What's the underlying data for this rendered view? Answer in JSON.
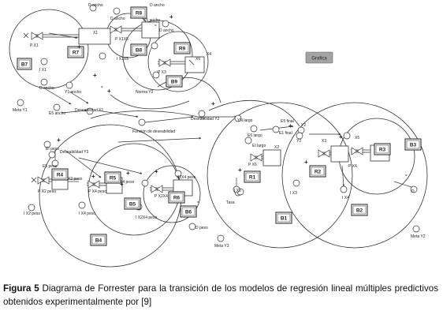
{
  "button": {
    "label": "Grafica"
  },
  "labels": {
    "d_ancho_a": "D ancho",
    "d_ancho_b": "D ancho",
    "d_ancho_c": "D ancho",
    "d_ancho_d": "D ancho",
    "x5_ancho": "X5 ancho",
    "x1": "X1",
    "x6": "X6",
    "x3": "X3",
    "x2": "X2",
    "x4": "X4",
    "x5": "X5",
    "p_x1": "P X1",
    "p_x1x5": "P X1X5",
    "p_x3": "P X3",
    "i_x1": "I X1",
    "i_x1x5": "I X1X5",
    "norma_y2": "Norma Y2",
    "d_ancho_left": "D ancho",
    "y1_ancho": "Y1 ancho",
    "meta_y1": "Meta Y1",
    "e5_ancho": "E5 ancho",
    "deseabilidad_y1": "Deseabilidad Y1",
    "funcion_deseabilidad": "Función de deseabilidad",
    "deseabilidad_y2": "Deseabilidad Y2",
    "yn_largo": "YN largo",
    "e6_largo": "E6 largo",
    "e5_final": "E5 final",
    "e1_final": "E1 final",
    "ei_largo": "EI largo",
    "y2_mid": "Y2",
    "e1_peso": "EI peso",
    "desseabilidad_y3": "Deseabilidad Y3",
    "e5_peso": "E5 peso",
    "x2_peso": "X2 peso",
    "x4_peso": "X4 peso",
    "x2x4_peso": "X2X4 peso",
    "p_x2_peso": "P X2 peso",
    "p_x4_peso": "P X4 peso",
    "p_x2x4": "P X2X4",
    "p_x6": "P X6",
    "p_x4": "P X4",
    "i_x2_peso": "I X2 peso",
    "i_x4_peso": "I X4 peso",
    "i_x2x4_peso": "I X2X4 peso",
    "i_x3": "I X3",
    "i_x4": "I X4",
    "i_x6": "I X6",
    "tasa": "Tasa",
    "d_peso": "D peso",
    "meta_y3": "Meta Y3",
    "meta_y2": "Meta Y2",
    "y2_right": "Y2",
    "d_right": "D",
    "x3_right": "X3"
  },
  "loops": {
    "b1": "B1",
    "b2": "B2",
    "b3": "B3",
    "b4": "B4",
    "b5": "B5",
    "b6": "B6",
    "b7": "B7",
    "b8": "B8",
    "b9": "B9",
    "r1": "R1",
    "r2": "R2",
    "r3": "R3",
    "r4": "R4",
    "r5": "R5",
    "r6": "R6",
    "r7": "R7",
    "r8": "R8",
    "r9": "R9"
  },
  "caption": {
    "figure_label": "Figura 5",
    "text": " Diagrama de Forrester para la transición de los modelos de regresión lineal múltiples predictivos obtenidos experimentalmente por [9]"
  }
}
